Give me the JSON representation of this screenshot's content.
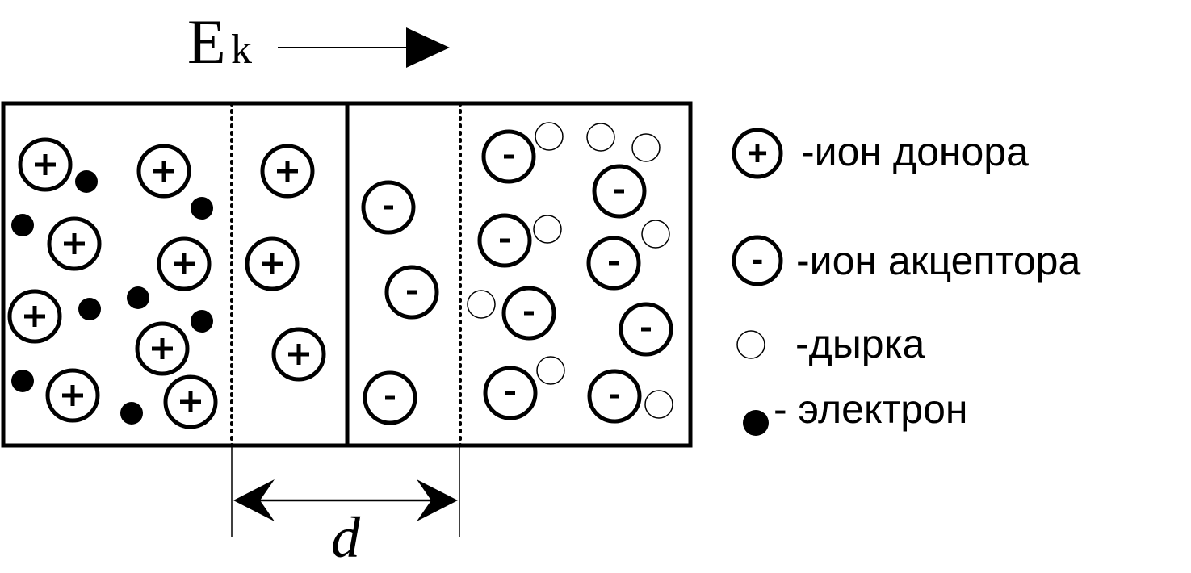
{
  "field": {
    "symbol": "E",
    "subscript": "k"
  },
  "dimension": {
    "label": "d"
  },
  "particles": {
    "donor_ions": [
      [
        56,
        204
      ],
      [
        203,
        212
      ],
      [
        356,
        212
      ],
      [
        92,
        302
      ],
      [
        228,
        327
      ],
      [
        337,
        327
      ],
      [
        43,
        392
      ],
      [
        201,
        432
      ],
      [
        370,
        439
      ],
      [
        90,
        490
      ],
      [
        236,
        498
      ]
    ],
    "electrons": [
      [
        107,
        225
      ],
      [
        250,
        258
      ],
      [
        28,
        279
      ],
      [
        111,
        383
      ],
      [
        171,
        369
      ],
      [
        250,
        398
      ],
      [
        28,
        472
      ],
      [
        163,
        512
      ]
    ],
    "acceptor_ions": [
      [
        630,
        194
      ],
      [
        767,
        237
      ],
      [
        481,
        257
      ],
      [
        625,
        298
      ],
      [
        760,
        326
      ],
      [
        510,
        362
      ],
      [
        655,
        388
      ],
      [
        800,
        408
      ],
      [
        483,
        493
      ],
      [
        632,
        487
      ],
      [
        761,
        491
      ]
    ],
    "holes": [
      [
        680,
        169
      ],
      [
        744,
        170
      ],
      [
        800,
        183
      ],
      [
        678,
        284
      ],
      [
        812,
        290
      ],
      [
        596,
        377
      ],
      [
        682,
        459
      ],
      [
        816,
        501
      ]
    ]
  },
  "legend": {
    "donor": {
      "sign": "+",
      "text": "-ион донора"
    },
    "acceptor": {
      "sign": "-",
      "text": "-ион акцептора"
    },
    "hole": {
      "text": "-дырка"
    },
    "electron": {
      "text": "- электрон"
    }
  }
}
